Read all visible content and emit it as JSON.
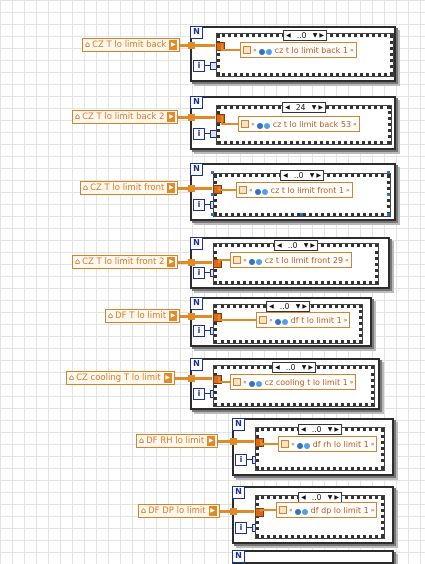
{
  "blocks": [
    {
      "control": "CZ T lo limit back",
      "case_value": "..0",
      "property": "cz t lo limit back 1"
    },
    {
      "control": "CZ T lo limit back 2",
      "case_value": "24",
      "property": "cz t lo limit back 53"
    },
    {
      "control": "CZ T lo limit front",
      "case_value": "..0",
      "property": "cz t lo limit front 1"
    },
    {
      "control": "CZ T lo limit front 2",
      "case_value": "..0",
      "property": "cz t lo limit front 29"
    },
    {
      "control": "DF T lo limit",
      "case_value": "..0",
      "property": "df t lo limit 1"
    },
    {
      "control": "CZ cooling T lo limit",
      "case_value": "..0",
      "property": "cz cooling t lo limit 1"
    },
    {
      "control": "DF RH lo limit",
      "case_value": "..0",
      "property": "df rh lo limit 1"
    },
    {
      "control": "DF DP lo limit",
      "case_value": "..0",
      "property": "df dp lo limit 1"
    }
  ],
  "labels": {
    "loop_count": "N",
    "loop_index": "i"
  },
  "colors": {
    "wire": "#e08a2a",
    "terminal_blue": "#1a2fa0",
    "grid": "#e3e3e3"
  },
  "icons": {
    "home": "home-icon",
    "property": "people-icon"
  }
}
